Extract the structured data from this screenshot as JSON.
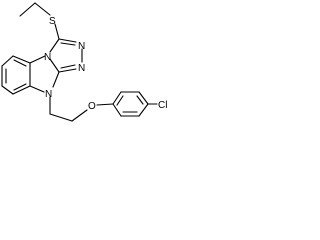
{
  "molecule": {
    "atoms": {
      "sulfur": "S",
      "nitrogen_triazole_top": "N",
      "nitrogen_triazole_bottom": "N",
      "nitrogen_fused": "N",
      "nitrogen_imidazole": "N",
      "oxygen": "O",
      "chlorine": "Cl"
    },
    "colors": {
      "bond": "#000000",
      "label": "#000000",
      "background": "#ffffff"
    }
  }
}
